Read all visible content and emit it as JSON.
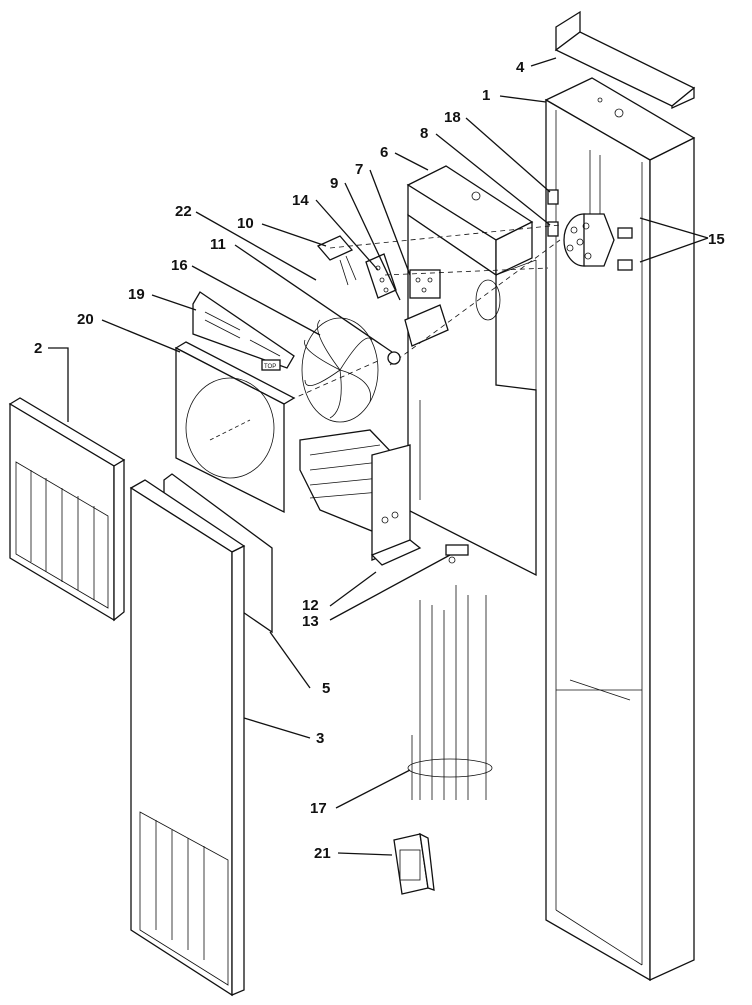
{
  "callouts": {
    "c1": "1",
    "c2": "2",
    "c3": "3",
    "c4": "4",
    "c5": "5",
    "c6": "6",
    "c7": "7",
    "c8": "8",
    "c9": "9",
    "c10": "10",
    "c11": "11",
    "c12": "12",
    "c13": "13",
    "c14": "14",
    "c15": "15",
    "c16": "16",
    "c17": "17",
    "c18": "18",
    "c19": "19",
    "c20": "20",
    "c21": "21",
    "c22": "22"
  },
  "label_plate": {
    "badge": "TOP"
  }
}
